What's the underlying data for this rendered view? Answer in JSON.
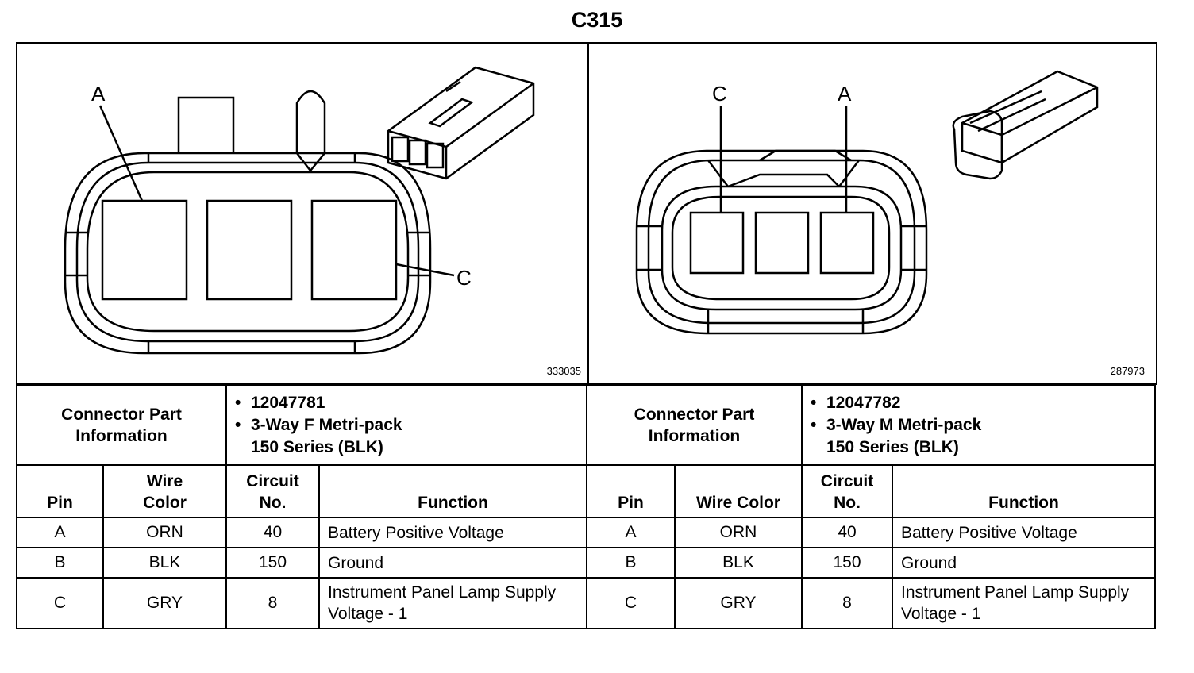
{
  "title": "C315",
  "left": {
    "figure_number": "333035",
    "pin_labels": {
      "a": "A",
      "c": "C"
    },
    "info_label": "Connector Part Information",
    "info_items": [
      "12047781",
      "3-Way F Metri-pack",
      "150 Series (BLK)"
    ],
    "headers": {
      "pin": "Pin",
      "wire_color": "Wire Color",
      "circuit": "Circuit No.",
      "function": "Function"
    },
    "rows": [
      {
        "pin": "A",
        "color": "ORN",
        "circuit": "40",
        "function": "Battery Positive Voltage"
      },
      {
        "pin": "B",
        "color": "BLK",
        "circuit": "150",
        "function": "Ground"
      },
      {
        "pin": "C",
        "color": "GRY",
        "circuit": "8",
        "function": "Instrument Panel Lamp Supply Voltage - 1"
      }
    ]
  },
  "right": {
    "figure_number": "287973",
    "pin_labels": {
      "a": "A",
      "c": "C"
    },
    "info_label": "Connector Part Information",
    "info_items": [
      "12047782",
      "3-Way M Metri-pack",
      "150 Series (BLK)"
    ],
    "headers": {
      "pin": "Pin",
      "wire_color": "Wire Color",
      "circuit": "Circuit No.",
      "function": "Function"
    },
    "rows": [
      {
        "pin": "A",
        "color": "ORN",
        "circuit": "40",
        "function": "Battery Positive Voltage"
      },
      {
        "pin": "B",
        "color": "BLK",
        "circuit": "150",
        "function": "Ground"
      },
      {
        "pin": "C",
        "color": "GRY",
        "circuit": "8",
        "function": "Instrument Panel Lamp Supply Voltage - 1"
      }
    ]
  }
}
